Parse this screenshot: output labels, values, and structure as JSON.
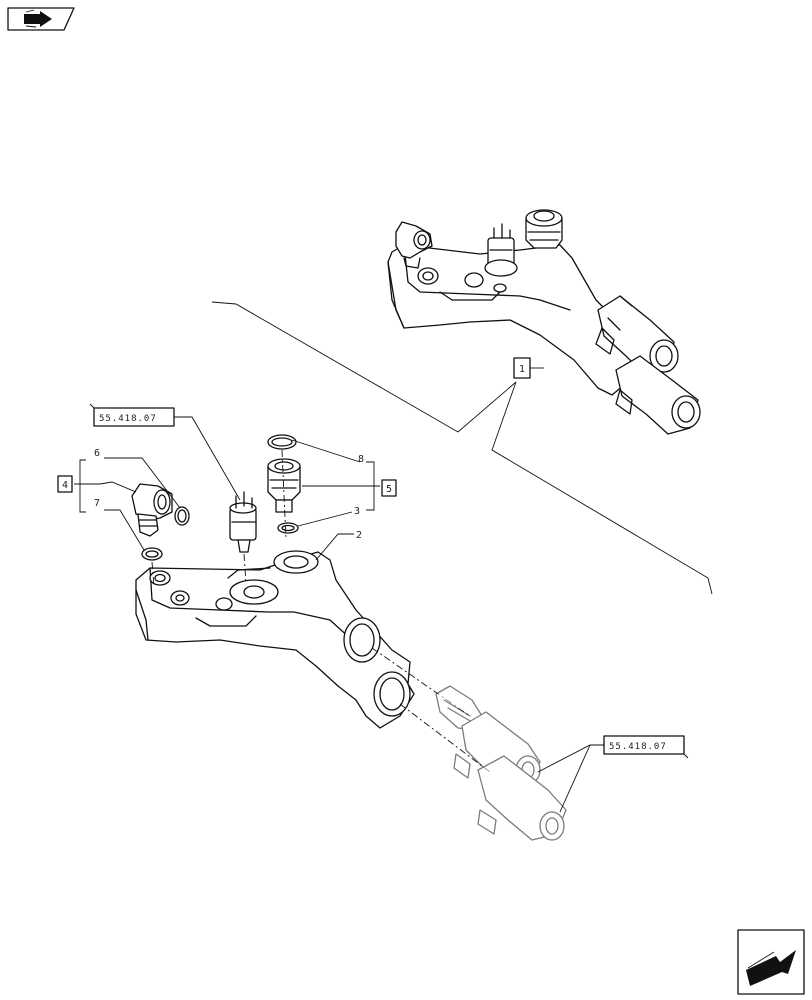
{
  "references": {
    "ref_top_left": "55.418.07",
    "ref_bottom_right": "55.418.07"
  },
  "callouts": {
    "c1": "1",
    "c2": "2",
    "c3": "3",
    "c4": "4",
    "c5": "5",
    "c6": "6",
    "c7": "7",
    "c8": "8"
  },
  "icons": {
    "top_left": "book-arrow-icon",
    "bottom_right": "next-page-arrow-icon"
  }
}
